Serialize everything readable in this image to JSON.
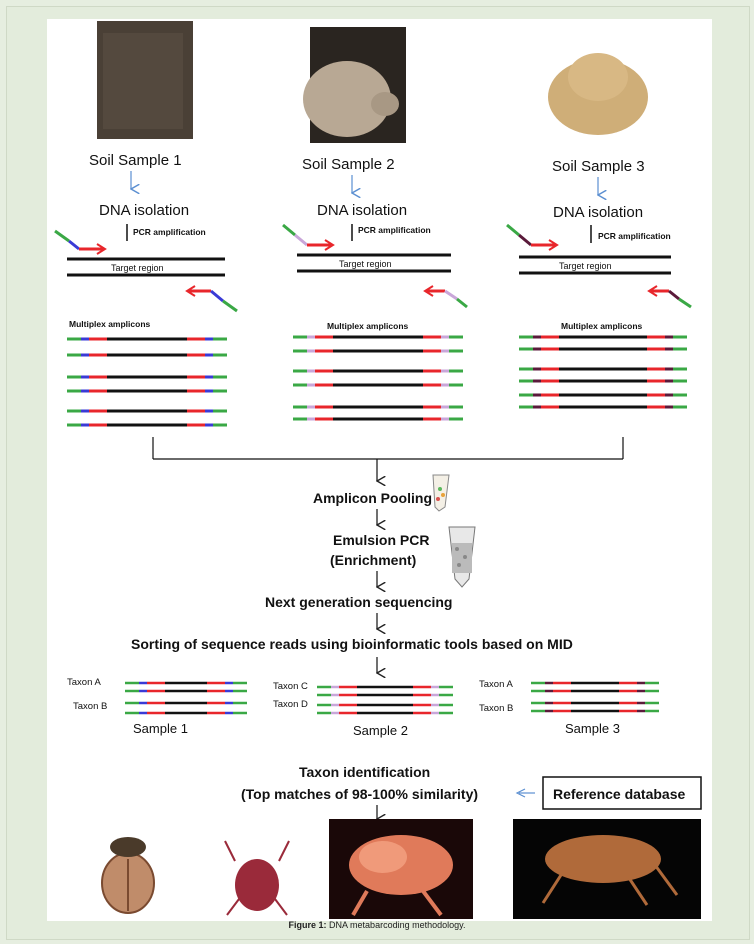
{
  "samples": [
    {
      "label": "Soil Sample 1",
      "dna": "DNA isolation",
      "pcr": "PCR amplification",
      "target": "Target region",
      "multiplex": "Multiplex amplicons",
      "name": "Sample 1"
    },
    {
      "label": "Soil Sample 2",
      "dna": "DNA isolation",
      "pcr": "PCR amplification",
      "target": "Target region",
      "multiplex": "Multiplex amplicons",
      "name": "Sample 2"
    },
    {
      "label": "Soil Sample 3",
      "dna": "DNA isolation",
      "pcr": "PCR amplification",
      "target": "Target region",
      "multiplex": "Multiplex amplicons",
      "name": "Sample 3"
    }
  ],
  "steps": {
    "pooling": "Amplicon Pooling",
    "emulsion1": "Emulsion PCR",
    "emulsion2": "(Enrichment)",
    "ngs": "Next generation sequencing",
    "sorting": "Sorting of sequence reads using bioinformatic tools based on MID",
    "taxon_id": "Taxon identification",
    "top_matches": "(Top matches of 98-100% similarity)",
    "reference": "Reference database"
  },
  "taxa": {
    "s1": [
      "Taxon A",
      "Taxon B"
    ],
    "s2": [
      "Taxon C",
      "Taxon D"
    ],
    "s3": [
      "Taxon A",
      "Taxon B"
    ]
  },
  "caption": {
    "prefix": "Figure 1:",
    "text": "DNA metabarcoding methodology."
  },
  "colors": {
    "green": "#3aa845",
    "red": "#e8262b",
    "blue": "#3a3ad6",
    "lilac": "#c9a6d9",
    "maroon": "#5a1a3a",
    "arrow_blue": "#5b8fd1"
  },
  "icons": [
    "soil-photo-dark",
    "soil-photo-grey",
    "soil-photo-tan",
    "tube-icon",
    "beads-tube-icon",
    "mite-photo"
  ]
}
